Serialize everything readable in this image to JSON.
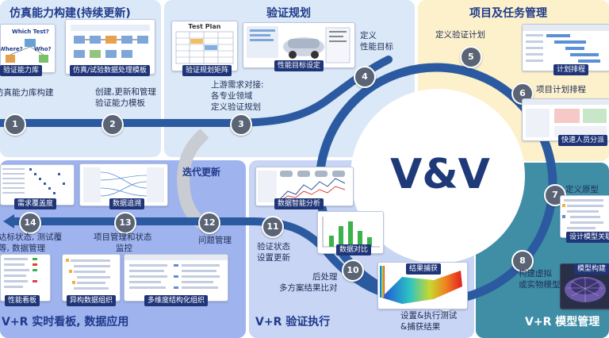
{
  "panels": {
    "sim": {
      "title": "仿真能力构建(持续更新)"
    },
    "plan": {
      "title": "验证规划"
    },
    "pm": {
      "title": "项目及任务管理"
    },
    "model": {
      "title": "V+R 模型管理"
    },
    "exec": {
      "title": "V+R 验证执行"
    },
    "board": {
      "title": "V+R 实时看板, 数据应用"
    }
  },
  "center": {
    "title": "V&V"
  },
  "iter": {
    "title": "迭代更新"
  },
  "steps": [
    {
      "num": "1",
      "lines": [
        "仿真能力库构建"
      ]
    },
    {
      "num": "2",
      "lines": [
        "创建,更新和管理",
        "验证能力模板"
      ]
    },
    {
      "num": "3",
      "lines": [
        "上游需求对接:",
        "各专业领域",
        "定义验证规划"
      ]
    },
    {
      "num": "4",
      "lines": [
        "定义",
        "性能目标"
      ]
    },
    {
      "num": "5",
      "lines": [
        "定义验证计划"
      ]
    },
    {
      "num": "6",
      "lines": [
        "项目计划排程"
      ]
    },
    {
      "num": "7",
      "lines": [
        "定义原型"
      ]
    },
    {
      "num": "8",
      "lines": [
        "构建虚拟",
        "或实物模型"
      ]
    },
    {
      "num": "9",
      "lines": [
        "设置&执行测试",
        "&捕获结果"
      ]
    },
    {
      "num": "10",
      "lines": [
        "后处理",
        "多方案结果比对"
      ]
    },
    {
      "num": "11",
      "lines": [
        "验证状态",
        "设置更新"
      ]
    },
    {
      "num": "12",
      "lines": [
        "问题管理"
      ]
    },
    {
      "num": "13",
      "lines": [
        "项目管理和状态",
        "监控"
      ]
    },
    {
      "num": "14",
      "lines": [
        "达标状态, 测试覆",
        "等, 数据管理"
      ]
    }
  ],
  "thumbs": {
    "capability": {
      "label": "验证能力库",
      "q1": "Which Test?",
      "q2": "Where?",
      "q3": "Who?"
    },
    "template": {
      "label": "仿真/试验数据处理模板"
    },
    "matrix": {
      "label": "验证规划矩阵",
      "heading": "Test Plan"
    },
    "target": {
      "label": "性能目标设定"
    },
    "schedule": {
      "label": "计划排程"
    },
    "assign": {
      "label": "快速人员分派"
    },
    "prototype": {
      "label": "设计模型关联"
    },
    "modelbuild": {
      "label": "模型构建"
    },
    "capture": {
      "label": "结果捕获"
    },
    "compare": {
      "label": "数据对比"
    },
    "analysis": {
      "label": "数据智能分析"
    },
    "coverage": {
      "label": "需求覆盖度"
    },
    "trace": {
      "label": "数据追溯"
    },
    "dashboard": {
      "label": "性能看板"
    },
    "heterodata": {
      "label": "异构数据组织"
    },
    "multidim": {
      "label": "多维度结构化组织"
    }
  },
  "colors": {
    "loop": "#2c5aa0",
    "badge": "#5a6474",
    "label_bg": "#1f3578",
    "title": "#1f3a8a"
  }
}
